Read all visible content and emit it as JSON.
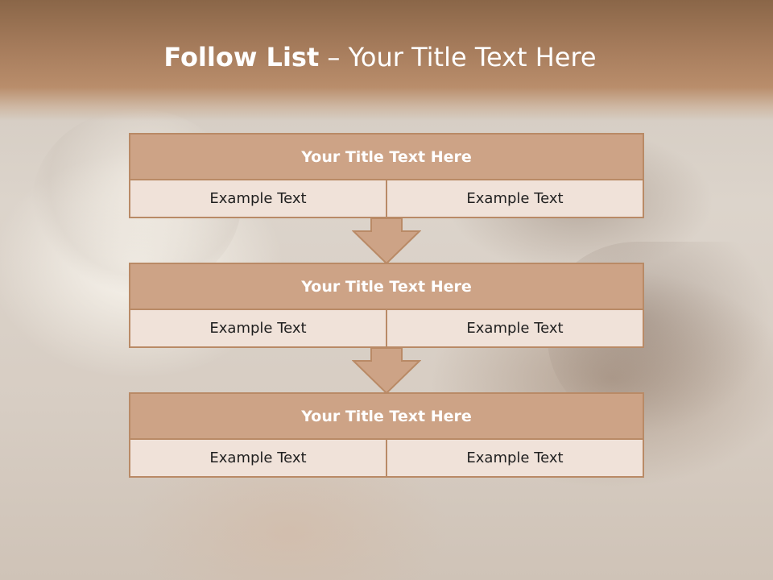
{
  "slide": {
    "title_bold": "Follow List",
    "title_separator": "–",
    "title_rest": "Your Title Text Here"
  },
  "blocks": [
    {
      "title": "Your Title Text Here",
      "left": "Example Text",
      "right": "Example Text"
    },
    {
      "title": "Your Title Text Here",
      "left": "Example Text",
      "right": "Example Text"
    },
    {
      "title": "Your Title Text Here",
      "left": "Example Text",
      "right": "Example Text"
    }
  ],
  "colors": {
    "header": "#a67c5c",
    "block_head": "#cda386",
    "block_border": "#b98a66",
    "block_body": "#f0e2d9"
  },
  "arrows": [
    "down-arrow",
    "down-arrow"
  ]
}
